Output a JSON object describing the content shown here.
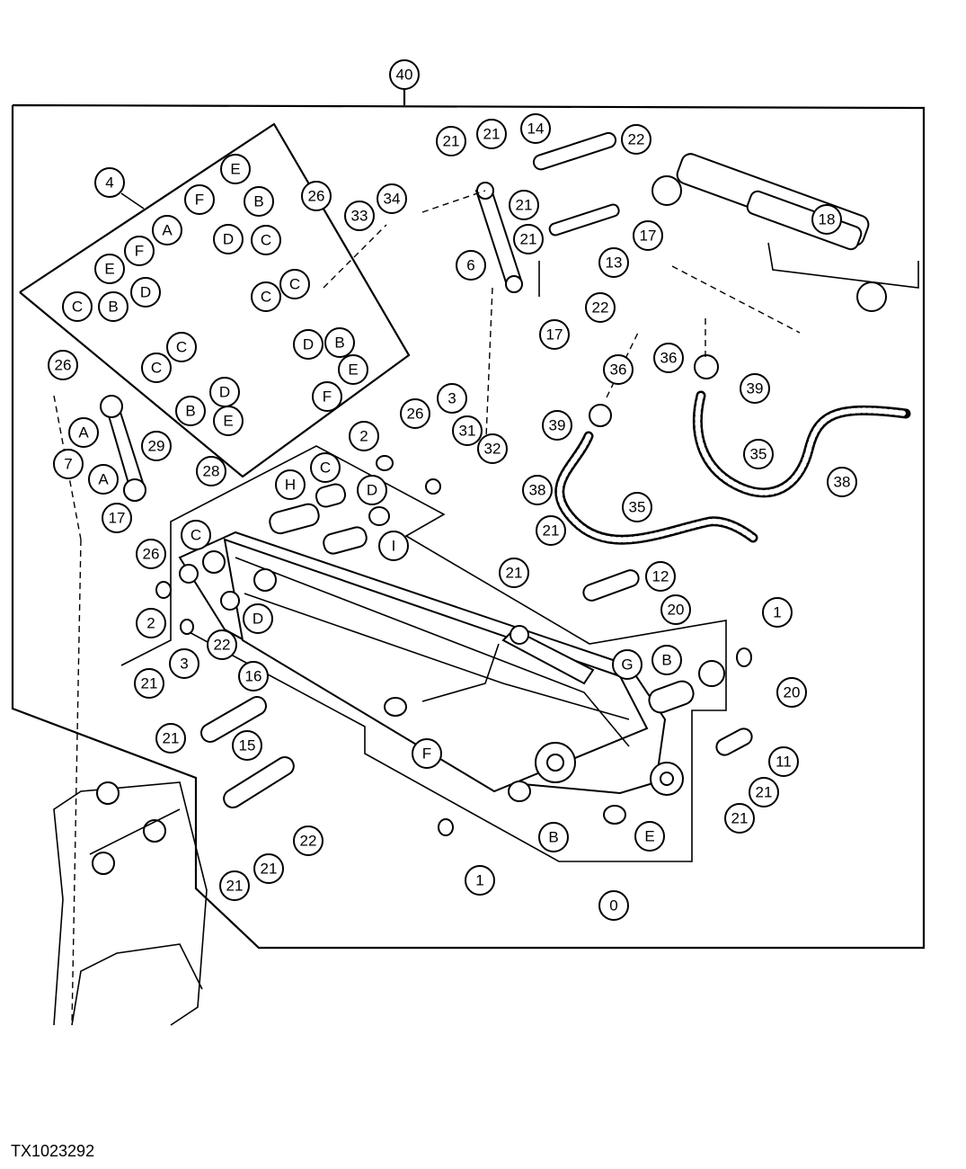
{
  "figure_code": "TX1023292",
  "callouts": [
    {
      "id": "c-40",
      "label": "40"
    },
    {
      "id": "c-4",
      "label": "4"
    },
    {
      "id": "c-E1",
      "label": "E"
    },
    {
      "id": "c-F1",
      "label": "F"
    },
    {
      "id": "c-B1",
      "label": "B"
    },
    {
      "id": "c-26a",
      "label": "26"
    },
    {
      "id": "c-A1",
      "label": "A"
    },
    {
      "id": "c-D1",
      "label": "D"
    },
    {
      "id": "c-C1",
      "label": "C"
    },
    {
      "id": "c-F2",
      "label": "F"
    },
    {
      "id": "c-E2",
      "label": "E"
    },
    {
      "id": "c-D2",
      "label": "D"
    },
    {
      "id": "c-C2",
      "label": "C"
    },
    {
      "id": "c-C3",
      "label": "C"
    },
    {
      "id": "c-C4",
      "label": "C"
    },
    {
      "id": "c-B2",
      "label": "B"
    },
    {
      "id": "c-C5",
      "label": "C"
    },
    {
      "id": "c-D3",
      "label": "D"
    },
    {
      "id": "c-B3",
      "label": "B"
    },
    {
      "id": "c-26b",
      "label": "26"
    },
    {
      "id": "c-C6",
      "label": "C"
    },
    {
      "id": "c-D4",
      "label": "D"
    },
    {
      "id": "c-E3",
      "label": "E"
    },
    {
      "id": "c-B4",
      "label": "B"
    },
    {
      "id": "c-E4",
      "label": "E"
    },
    {
      "id": "c-F3",
      "label": "F"
    },
    {
      "id": "c-A2",
      "label": "A"
    },
    {
      "id": "c-7",
      "label": "7"
    },
    {
      "id": "c-A3",
      "label": "A"
    },
    {
      "id": "c-29",
      "label": "29"
    },
    {
      "id": "c-28",
      "label": "28"
    },
    {
      "id": "c-17a",
      "label": "17"
    },
    {
      "id": "c-21a",
      "label": "21"
    },
    {
      "id": "c-21b",
      "label": "21"
    },
    {
      "id": "c-14",
      "label": "14"
    },
    {
      "id": "c-22a",
      "label": "22"
    },
    {
      "id": "c-33",
      "label": "33"
    },
    {
      "id": "c-34",
      "label": "34"
    },
    {
      "id": "c-21c",
      "label": "21"
    },
    {
      "id": "c-21d",
      "label": "21"
    },
    {
      "id": "c-17b",
      "label": "17"
    },
    {
      "id": "c-13",
      "label": "13"
    },
    {
      "id": "c-6",
      "label": "6"
    },
    {
      "id": "c-22b",
      "label": "22"
    },
    {
      "id": "c-17c",
      "label": "17"
    },
    {
      "id": "c-18",
      "label": "18"
    },
    {
      "id": "c-36a",
      "label": "36"
    },
    {
      "id": "c-36b",
      "label": "36"
    },
    {
      "id": "c-39a",
      "label": "39"
    },
    {
      "id": "c-39b",
      "label": "39"
    },
    {
      "id": "c-35a",
      "label": "35"
    },
    {
      "id": "c-35b",
      "label": "35"
    },
    {
      "id": "c-38a",
      "label": "38"
    },
    {
      "id": "c-38b",
      "label": "38"
    },
    {
      "id": "c-26c",
      "label": "26"
    },
    {
      "id": "c-3a",
      "label": "3"
    },
    {
      "id": "c-31",
      "label": "31"
    },
    {
      "id": "c-32",
      "label": "32"
    },
    {
      "id": "c-2a",
      "label": "2"
    },
    {
      "id": "c-C7",
      "label": "C"
    },
    {
      "id": "c-D5",
      "label": "D"
    },
    {
      "id": "c-H",
      "label": "H"
    },
    {
      "id": "c-I",
      "label": "I"
    },
    {
      "id": "c-26d",
      "label": "26"
    },
    {
      "id": "c-C8",
      "label": "C"
    },
    {
      "id": "c-2b",
      "label": "2"
    },
    {
      "id": "c-D6",
      "label": "D"
    },
    {
      "id": "c-3b",
      "label": "3"
    },
    {
      "id": "c-22c",
      "label": "22"
    },
    {
      "id": "c-21e",
      "label": "21"
    },
    {
      "id": "c-16",
      "label": "16"
    },
    {
      "id": "c-21f",
      "label": "21"
    },
    {
      "id": "c-15",
      "label": "15"
    },
    {
      "id": "c-22d",
      "label": "22"
    },
    {
      "id": "c-21g",
      "label": "21"
    },
    {
      "id": "c-21h",
      "label": "21"
    },
    {
      "id": "c-21i",
      "label": "21"
    },
    {
      "id": "c-21j",
      "label": "21"
    },
    {
      "id": "c-12",
      "label": "12"
    },
    {
      "id": "c-20a",
      "label": "20"
    },
    {
      "id": "c-1a",
      "label": "1"
    },
    {
      "id": "c-G",
      "label": "G"
    },
    {
      "id": "c-B5",
      "label": "B"
    },
    {
      "id": "c-20b",
      "label": "20"
    },
    {
      "id": "c-11",
      "label": "11"
    },
    {
      "id": "c-21k",
      "label": "21"
    },
    {
      "id": "c-21l",
      "label": "21"
    },
    {
      "id": "c-F4",
      "label": "F"
    },
    {
      "id": "c-B6",
      "label": "B"
    },
    {
      "id": "c-E5",
      "label": "E"
    },
    {
      "id": "c-1b",
      "label": "1"
    },
    {
      "id": "c-0",
      "label": "0"
    }
  ]
}
